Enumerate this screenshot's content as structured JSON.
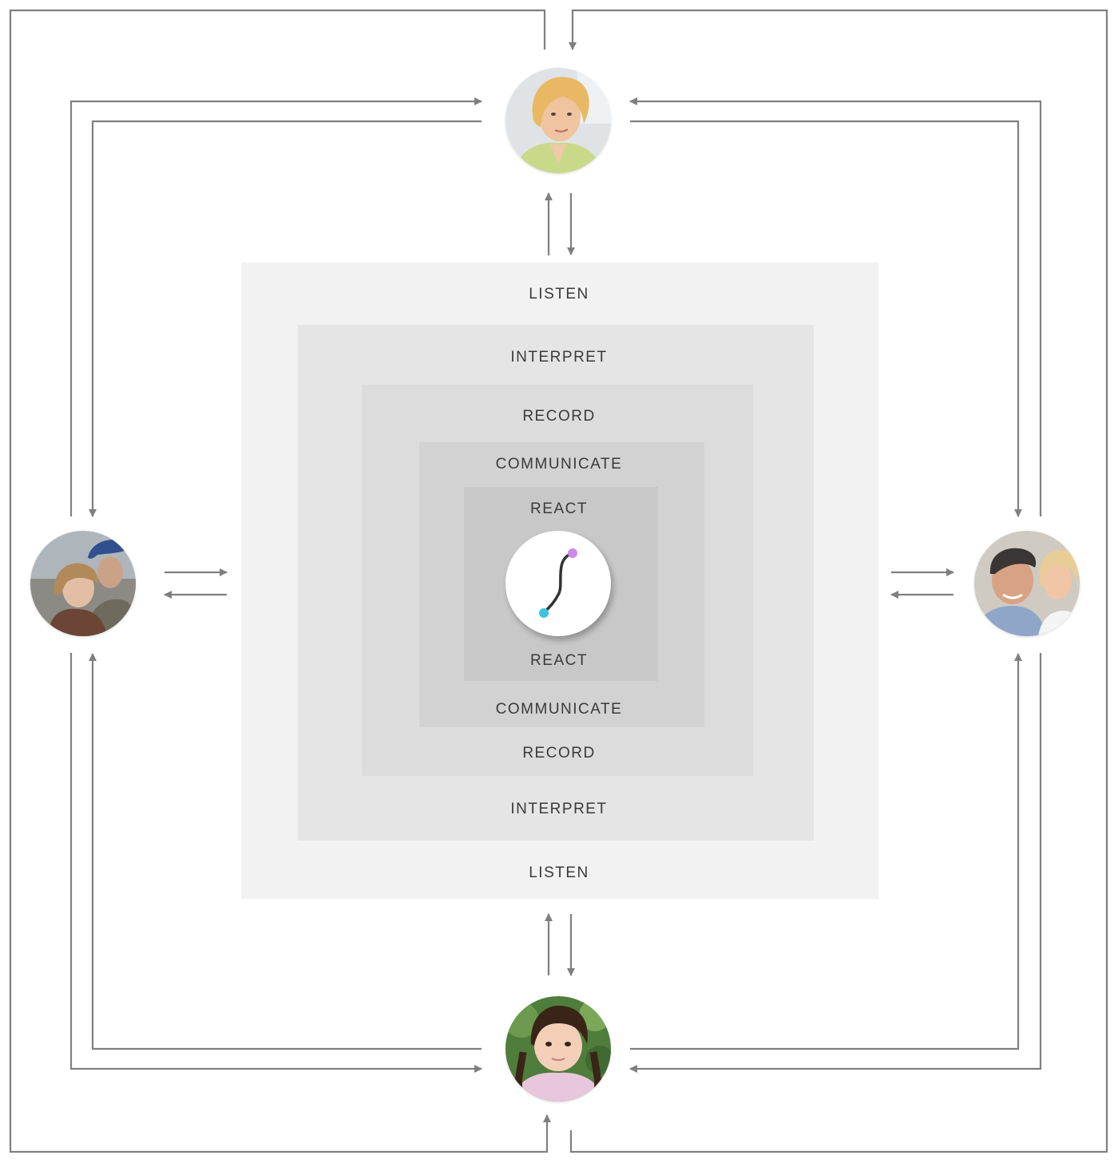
{
  "diagram": {
    "layers": [
      {
        "top_label": "LISTEN",
        "bottom_label": "LISTEN"
      },
      {
        "top_label": "INTERPRET",
        "bottom_label": "INTERPRET"
      },
      {
        "top_label": "RECORD",
        "bottom_label": "RECORD"
      },
      {
        "top_label": "COMMUNICATE",
        "bottom_label": "COMMUNICATE"
      },
      {
        "top_label": "REACT",
        "bottom_label": "REACT"
      }
    ],
    "center_icon": "s-curve-logo-icon",
    "nodes": [
      {
        "position": "top",
        "depicts": "woman-portrait"
      },
      {
        "position": "left",
        "depicts": "couple-portrait"
      },
      {
        "position": "right",
        "depicts": "older-couple-portrait"
      },
      {
        "position": "bottom",
        "depicts": "child-portrait"
      }
    ]
  },
  "colors": {
    "line": "#7f7f7f",
    "layer_1": "#f2f2f2",
    "layer_2": "#e5e5e5",
    "layer_3": "#dcdcdc",
    "layer_4": "#d2d2d2",
    "layer_5": "#c8c8c8",
    "label_text": "#3a3a3a",
    "logo_purple": "#c98be6",
    "logo_cyan": "#3cc4de",
    "logo_stroke": "#333333"
  }
}
